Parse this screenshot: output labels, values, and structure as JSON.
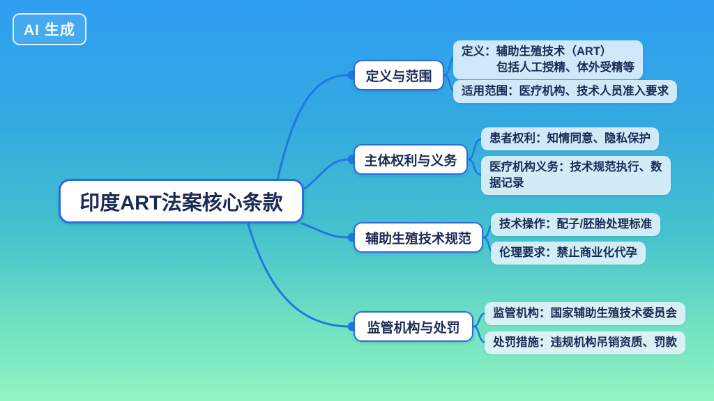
{
  "badge": {
    "label": "AI 生成"
  },
  "root": {
    "label": "印度ART法案核心条款"
  },
  "branches": [
    {
      "label": "定义与范围",
      "children": [
        {
          "line1": "定义：辅助生殖技术（ART）",
          "line2": "包括人工授精、体外受精等"
        },
        {
          "line1": "适用范围：医疗机构、技术人员准入要求"
        }
      ]
    },
    {
      "label": "主体权利与义务",
      "children": [
        {
          "line1": "患者权利：知情同意、隐私保护"
        },
        {
          "line1": "医疗机构义务：技术规范执行、数据记录"
        }
      ]
    },
    {
      "label": "辅助生殖技术规范",
      "children": [
        {
          "line1": "技术操作：配子/胚胎处理标准"
        },
        {
          "line1": "伦理要求：禁止商业化代孕"
        }
      ]
    },
    {
      "label": "监管机构与处罚",
      "children": [
        {
          "line1": "监管机构：国家辅助生殖技术委员会"
        },
        {
          "line1": "处罚措施：违规机构吊销资质、罚款"
        }
      ]
    }
  ],
  "colors": {
    "connector": "#1e78e0",
    "node_border": "#2b6be0",
    "node_text": "#1b2a55",
    "subnode_bg": "#e6f3fc",
    "bg_top": "#2f9ef1",
    "bg_bottom": "#90f5c1"
  }
}
